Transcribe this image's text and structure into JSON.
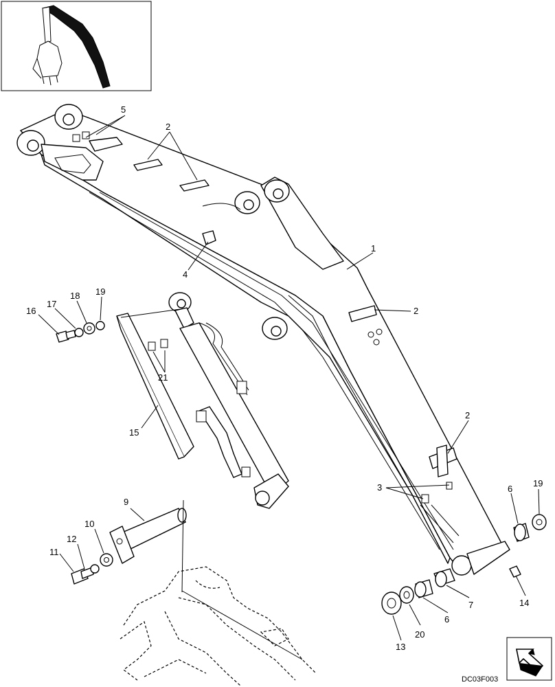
{
  "diagram": {
    "reference_code": "DC03F003",
    "callouts": [
      {
        "id": "c1",
        "label": "1"
      },
      {
        "id": "c2a",
        "label": "2"
      },
      {
        "id": "c2b",
        "label": "2"
      },
      {
        "id": "c2c",
        "label": "2"
      },
      {
        "id": "c3",
        "label": "3"
      },
      {
        "id": "c4",
        "label": "4"
      },
      {
        "id": "c5",
        "label": "5"
      },
      {
        "id": "c6a",
        "label": "6"
      },
      {
        "id": "c6b",
        "label": "6"
      },
      {
        "id": "c7",
        "label": "7"
      },
      {
        "id": "c9",
        "label": "9"
      },
      {
        "id": "c10",
        "label": "10"
      },
      {
        "id": "c11",
        "label": "11"
      },
      {
        "id": "c12",
        "label": "12"
      },
      {
        "id": "c13",
        "label": "13"
      },
      {
        "id": "c14",
        "label": "14"
      },
      {
        "id": "c15",
        "label": "15"
      },
      {
        "id": "c16",
        "label": "16"
      },
      {
        "id": "c17",
        "label": "17"
      },
      {
        "id": "c18",
        "label": "18"
      },
      {
        "id": "c19a",
        "label": "19"
      },
      {
        "id": "c19b",
        "label": "19"
      },
      {
        "id": "c20",
        "label": "20"
      },
      {
        "id": "c21",
        "label": "21"
      }
    ]
  }
}
